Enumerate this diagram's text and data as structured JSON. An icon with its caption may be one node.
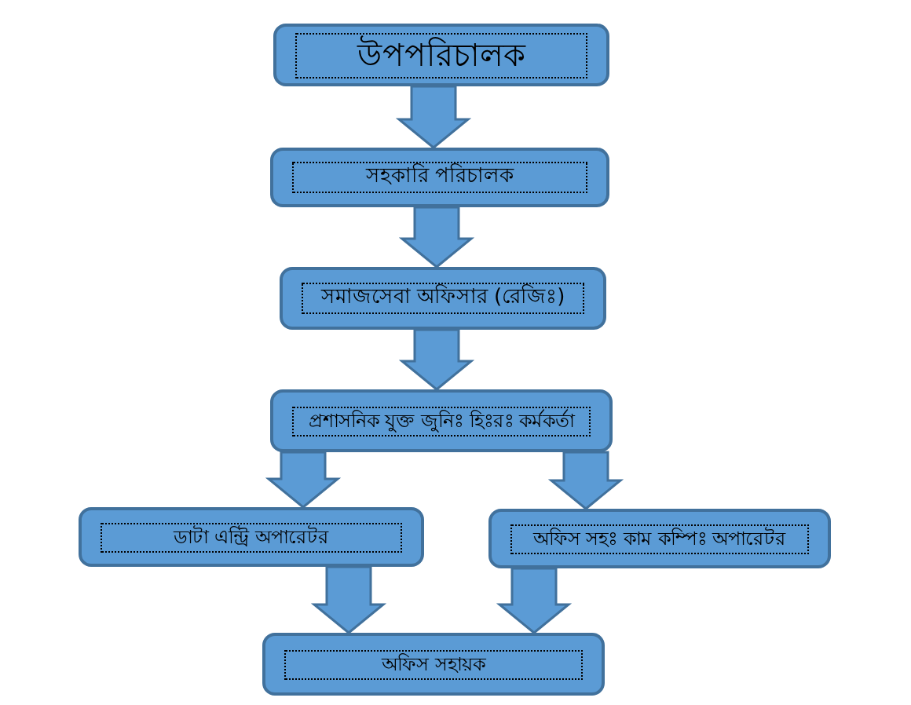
{
  "diagram": {
    "nodes": [
      {
        "text": [
          "উপপরিচালক"
        ]
      },
      {
        "text": [
          "সহকারি পরিচালক"
        ]
      },
      {
        "text": [
          "সমাজসেবা অফিসার (রেজিঃ)"
        ]
      },
      {
        "text": [
          "প্রশাসনিক যুক্ত জুনিঃ হিঃরঃ কর্মকর্তা"
        ]
      },
      {
        "text": [
          "ডাটা এন্ট্রি অপারেটর"
        ]
      },
      {
        "text": [
          "অফিস সহঃ কাম কম্পিঃ অপারেটর"
        ]
      },
      {
        "text": [
          "অফিস সহায়ক"
        ]
      }
    ],
    "edges": [
      {
        "from": 0,
        "to": 1,
        "arrow": "to",
        "style": "thick"
      },
      {
        "from": 1,
        "to": 2,
        "arrow": "to",
        "style": "thick"
      },
      {
        "from": 2,
        "to": 3,
        "arrow": "to",
        "style": "thick"
      },
      {
        "from": 3,
        "to": 4,
        "arrow": "to",
        "style": "thick"
      },
      {
        "from": 3,
        "to": 5,
        "arrow": "to",
        "style": "thick"
      },
      {
        "from": 4,
        "to": 6,
        "arrow": "to",
        "style": "thick"
      },
      {
        "from": 5,
        "to": 6,
        "arrow": "to",
        "style": "thick"
      }
    ]
  }
}
